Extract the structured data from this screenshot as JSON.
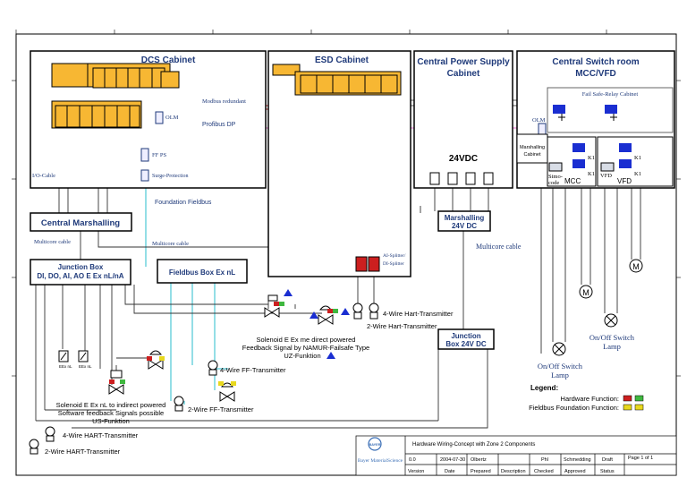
{
  "cabinets": {
    "dcs": "DCS Cabinet",
    "esd": "ESD Cabinet",
    "power_line1": "Central Power Supply",
    "power_line2": "Cabinet",
    "switch_line1": "Central Switch room",
    "switch_line2": "MCC/VFD"
  },
  "dcs_labels": {
    "modbus": "Modbus redundant",
    "olm": "OLM",
    "profibus": "Profibus   DP",
    "ffps": "FF PS",
    "surge": "Surge-Protection",
    "io_cable": "I/O-Cable",
    "foundation": "Foundation Fieldbus"
  },
  "marshalling": {
    "central": "Central Marshalling",
    "multicore1": "Multicore cable",
    "multicore2": "Multicore cable"
  },
  "esd_labels": {
    "ai_splitter": "AI-Splitter/",
    "di_splitter": "DI-Splitter"
  },
  "power": {
    "vdc": "24VDC",
    "marshalling_line1": "Marshalling",
    "marshalling_line2": "24V DC",
    "multicore": "Multicore cable"
  },
  "switch_room": {
    "failsafe": "Fail Safe-Relay Cabinet",
    "olm": "OLM",
    "marshalling_cabinet_line1": "Marshalling",
    "marshalling_cabinet_line2": "Cabinet",
    "simo1": "Simo-",
    "simo2": "code",
    "mcc": "MCC",
    "vfd1": "VFD",
    "vfd2": "VFD",
    "k1a": "K1",
    "k1b": "K1",
    "k1c": "K1",
    "k1d": "K1",
    "lamp_left_1": "On/Off Switch",
    "lamp_left_2": "Lamp",
    "lamp_right_1": "On/Off Switch",
    "lamp_right_2": "Lamp",
    "motor_symbol": "M"
  },
  "junction": {
    "box_line1": "Junction Box",
    "box_line2": "DI, DO, AI, AO E Ex nL/nA",
    "fieldbus_box": "Fieldbus Box Ex nL",
    "jb24_line1": "Junction",
    "jb24_line2": "Box 24V DC",
    "eexnl": "EEx nL",
    "eexnl2": "EEx nL"
  },
  "field": {
    "hart4_right": "4-Wire Hart-Transmitter",
    "hart2_right": "2-Wire Hart-Transmitter",
    "solenoid_direct_1": "Solenoid E Ex me direct powered",
    "solenoid_direct_2": "Feedback Signal by NAMUR-Failsafe Type",
    "solenoid_direct_3": "UZ-Funktion",
    "ff4": "4-Wire FF-Transmitter",
    "ff2": "2-Wire FF-Transmitter",
    "solenoid_indirect_1": "Solenoid E Ex nL to indirect powered",
    "solenoid_indirect_2": "Software feedback Signals possible",
    "solenoid_indirect_3": "US-Funktion",
    "hart4_left": "4-Wire HART-Transmitter",
    "hart2_left": "2-Wire HART-Transmitter"
  },
  "legend": {
    "title": "Legend:",
    "hardware": "Hardware Function:",
    "fieldbus": "Fieldbus Foundation Function:"
  },
  "title_block": {
    "logo": "BAYER",
    "company": "Bayer MaterialScience",
    "title": "Hardware Wiring-Concept with Zone 2 Components",
    "version": "0.0",
    "date": "2004-07-30",
    "prepared": "Olbertz",
    "checked": "Phl",
    "approved": "Schmedding",
    "status": "Draft",
    "page": "Page 1 of 1",
    "h_version": "Version",
    "h_date": "Date",
    "h_prepared": "Prepared",
    "h_description": "Description",
    "h_checked": "Checked",
    "h_approved": "Approved",
    "h_status": "Status"
  },
  "colors": {
    "cabinet_orange": "#f7b733",
    "navy": "#1f3a7a",
    "cyan_fieldbus": "#4cc7d6",
    "profibus_pink": "#e46ac8",
    "modbus_red": "#c02020",
    "relay_blue": "#1a2ed1",
    "hardware_red": "#cc1f1f",
    "hardware_green": "#3fb83f",
    "ff_yellow": "#e8d81d"
  }
}
